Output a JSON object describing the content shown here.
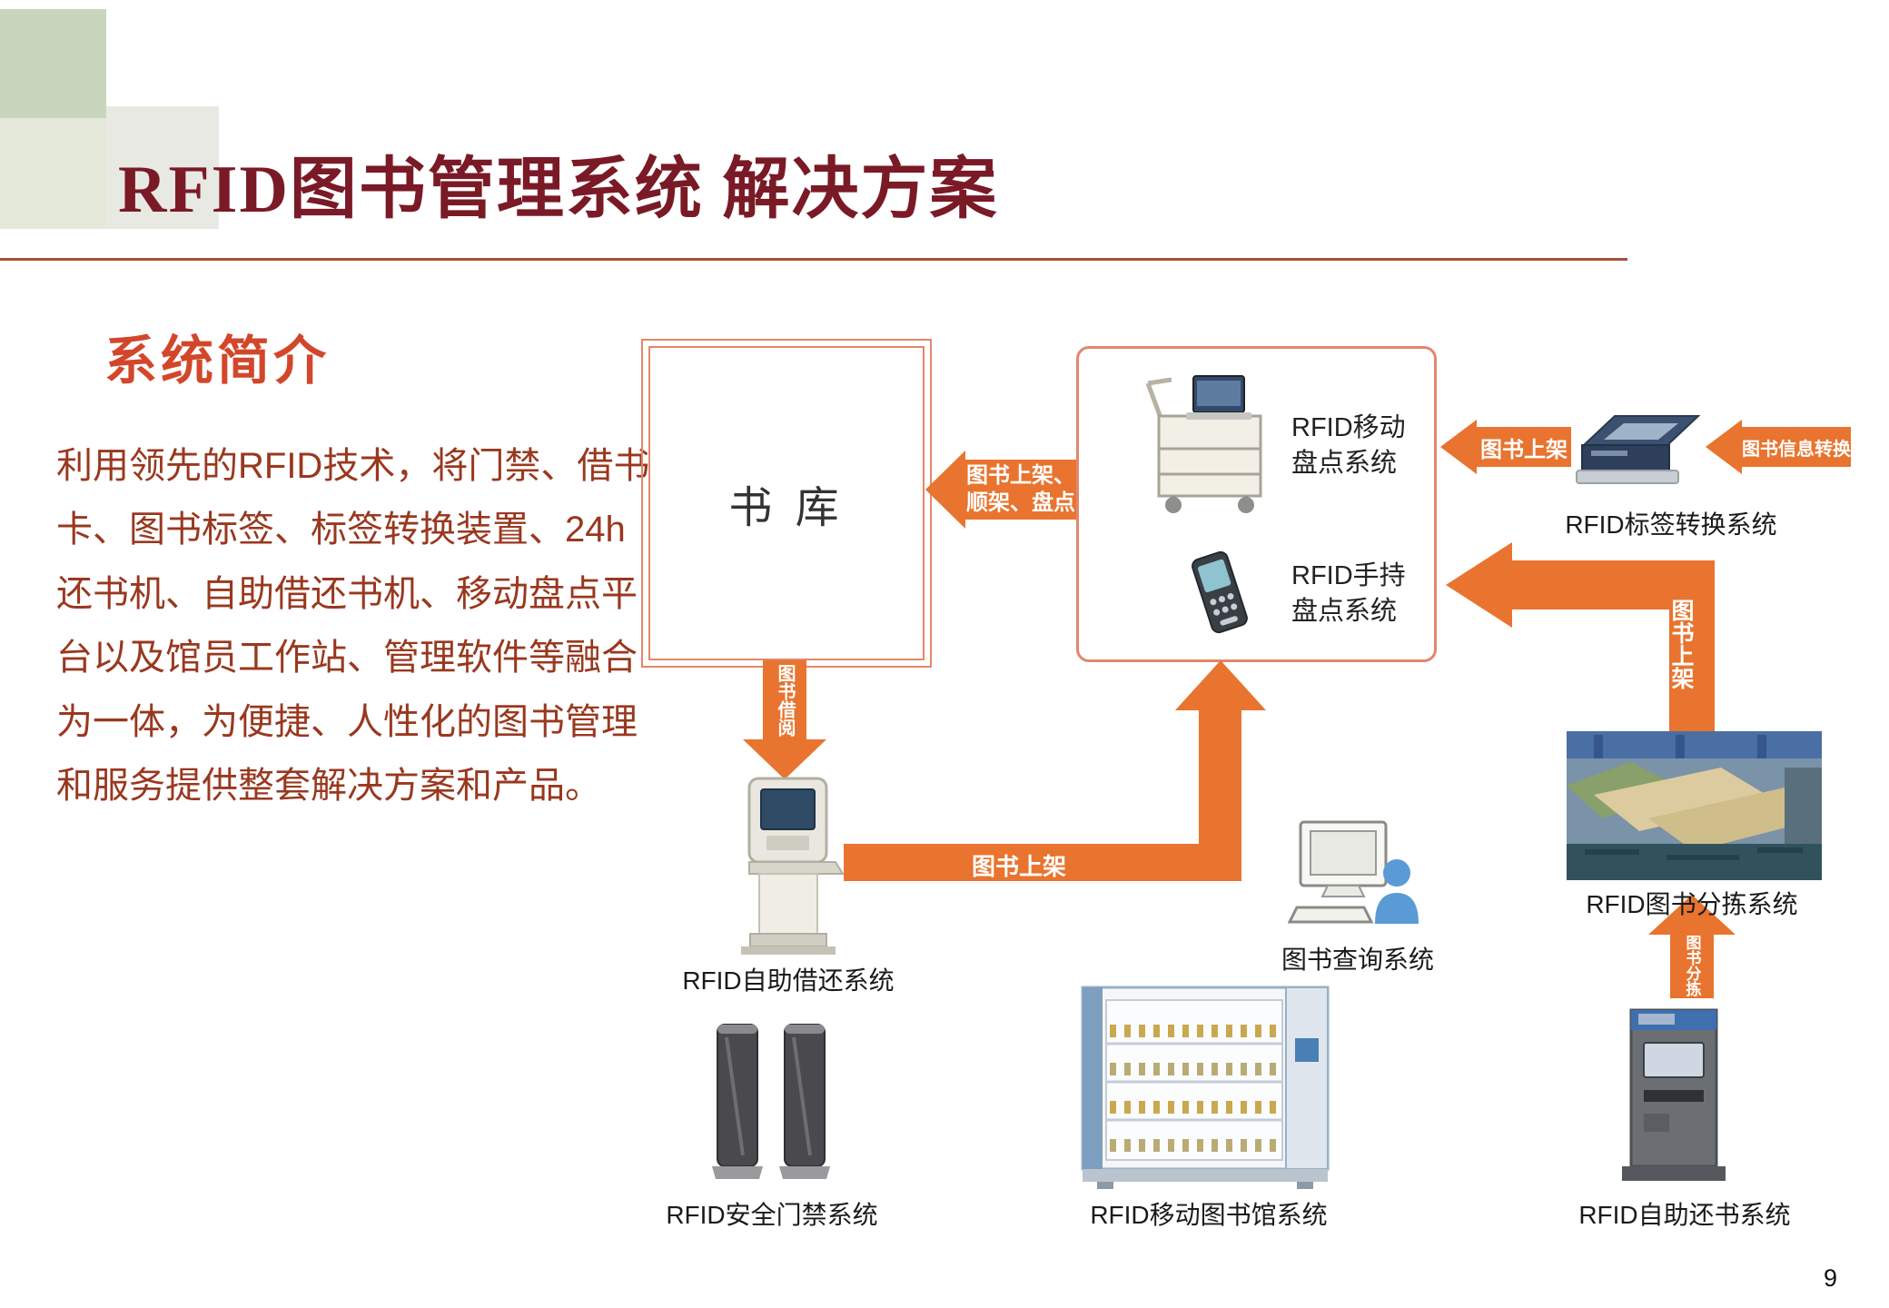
{
  "slide": {
    "title": "RFID图书管理系统 解决方案",
    "page_number": "9"
  },
  "intro": {
    "heading": "系统简介",
    "body": "利用领先的RFID技术，将门禁、借书卡、图书标签、标签转换装置、24h还书机、自助借还书机、移动盘点平台以及馆员工作站、管理软件等融合为一体，为便捷、人性化的图书管理和服务提供整套解决方案和产品。"
  },
  "diagram": {
    "book_repository_label": "书 库",
    "mobile_inventory_label": "RFID移动\n盘点系统",
    "handheld_inventory_label": "RFID手持\n盘点系统",
    "tag_converter_label": "RFID标签转换系统",
    "self_checkout_label": "RFID自助借还系统",
    "query_system_label": "图书查询系统",
    "sorting_system_label": "RFID图书分拣系统",
    "security_gate_label": "RFID安全门禁系统",
    "mobile_library_label": "RFID移动图书馆系统",
    "self_return_label": "RFID自助还书系统",
    "arrows": {
      "shelve_inventory": "图书上架、\n顺架、盘点",
      "shelve_from_converter": "图书上架",
      "info_convert": "图书信息转换",
      "borrow": "图书借阅",
      "shelve_from_checkout": "图书上架",
      "shelve_from_sorter": "图书上架",
      "sort": "图书分拣"
    },
    "colors": {
      "arrow_orange": "#e8742f",
      "box_border": "#e2876b",
      "title_maroon": "#7a1a26",
      "heading_red": "#d2472b",
      "body_brown": "#99381f"
    }
  }
}
